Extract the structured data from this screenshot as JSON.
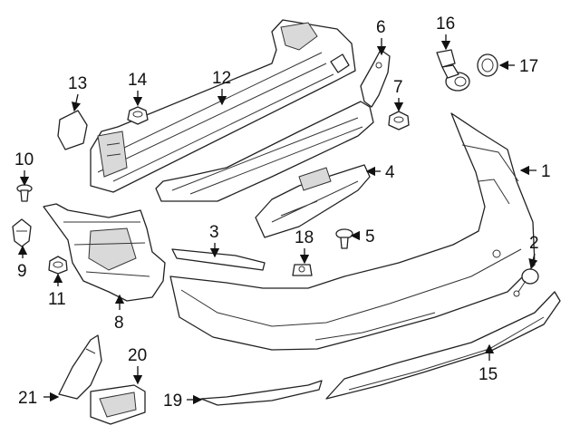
{
  "callouts": [
    {
      "id": "1",
      "label": "1"
    },
    {
      "id": "2",
      "label": "2"
    },
    {
      "id": "3",
      "label": "3"
    },
    {
      "id": "4",
      "label": "4"
    },
    {
      "id": "5",
      "label": "5"
    },
    {
      "id": "6",
      "label": "6"
    },
    {
      "id": "7",
      "label": "7"
    },
    {
      "id": "8",
      "label": "8"
    },
    {
      "id": "9",
      "label": "9"
    },
    {
      "id": "10",
      "label": "10"
    },
    {
      "id": "11",
      "label": "11"
    },
    {
      "id": "12",
      "label": "12"
    },
    {
      "id": "13",
      "label": "13"
    },
    {
      "id": "14",
      "label": "14"
    },
    {
      "id": "15",
      "label": "15"
    },
    {
      "id": "16",
      "label": "16"
    },
    {
      "id": "17",
      "label": "17"
    },
    {
      "id": "18",
      "label": "18"
    },
    {
      "id": "19",
      "label": "19"
    },
    {
      "id": "20",
      "label": "20"
    },
    {
      "id": "21",
      "label": "21"
    }
  ],
  "colors": {
    "line": "#222222",
    "background": "#ffffff",
    "shade": "#d9d9d9"
  }
}
